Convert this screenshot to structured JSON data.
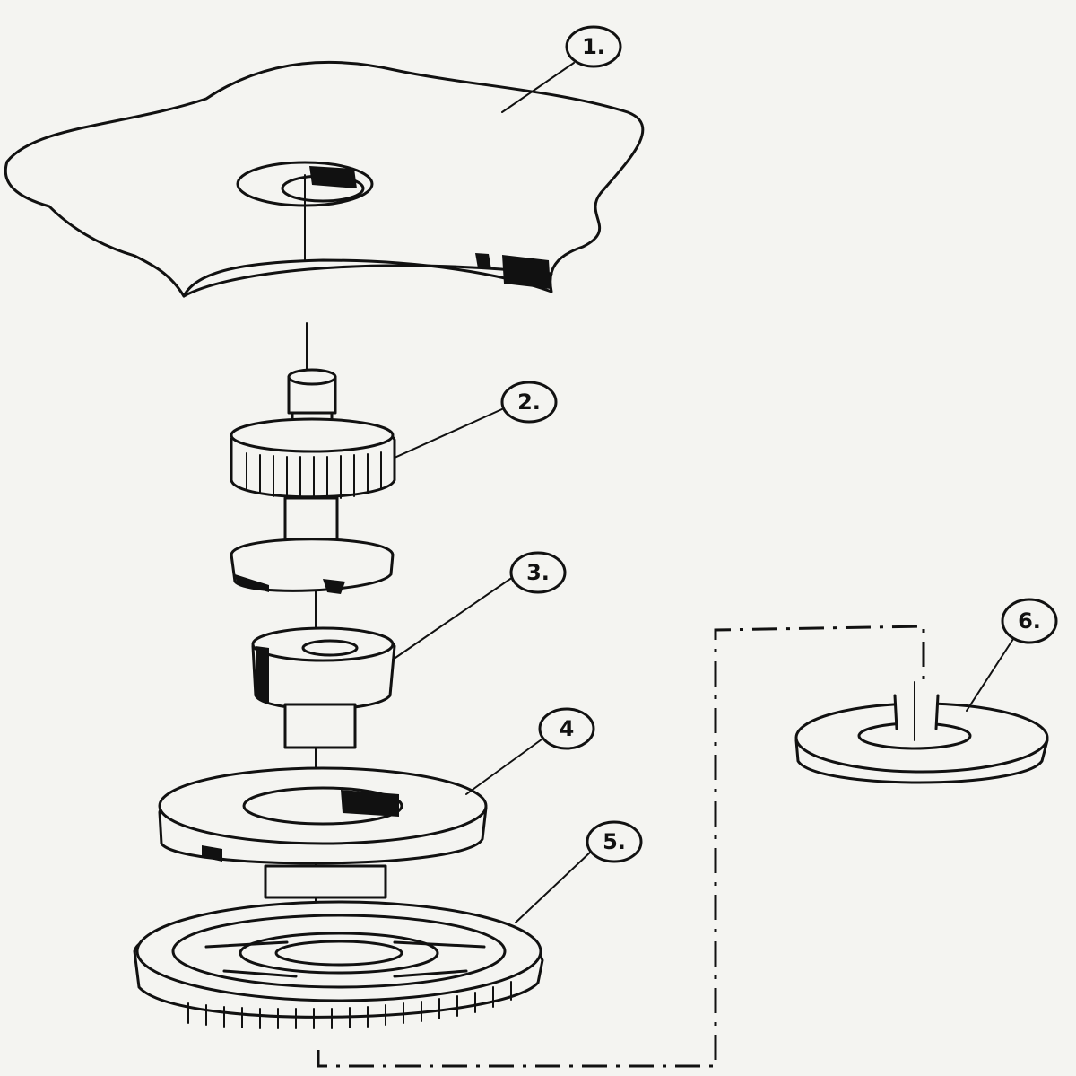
{
  "callouts": [
    {
      "id": "1",
      "text": "1."
    },
    {
      "id": "2",
      "text": "2."
    },
    {
      "id": "3",
      "text": "3."
    },
    {
      "id": "4",
      "text": "4"
    },
    {
      "id": "5",
      "text": "5."
    },
    {
      "id": "6",
      "text": "6."
    }
  ],
  "colors": {
    "ink": "#111111",
    "paper": "#f4f4f1"
  }
}
